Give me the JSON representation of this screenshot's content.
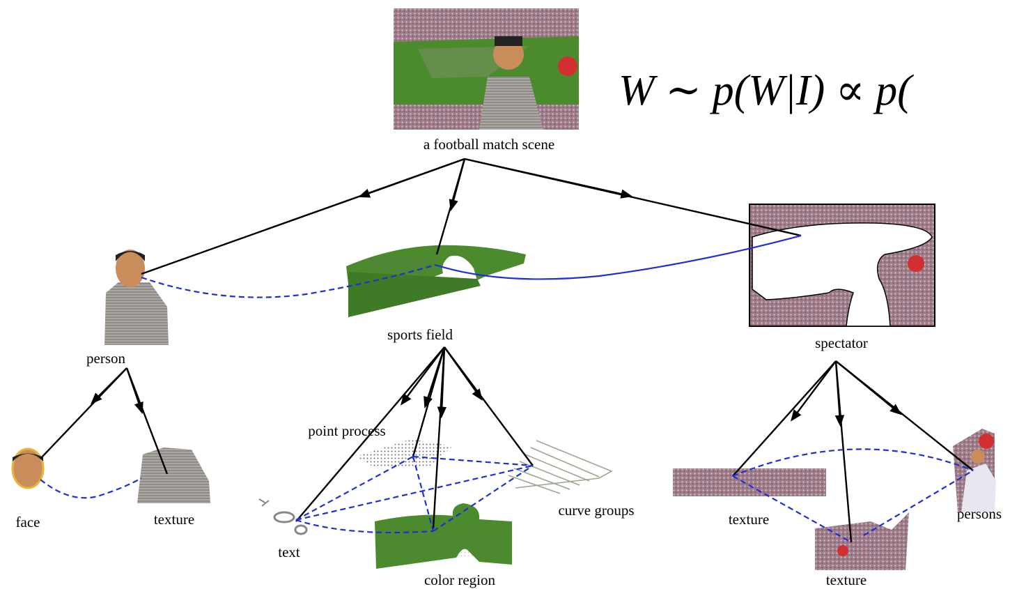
{
  "equation": {
    "text": "W ∼ p(W|I) ∝ p("
  },
  "nodes": {
    "root": {
      "label": "a football match scene"
    },
    "person": {
      "label": "person"
    },
    "sports_field": {
      "label": "sports field"
    },
    "spectator": {
      "label": "spectator"
    },
    "face": {
      "label": "face"
    },
    "person_texture": {
      "label": "texture"
    },
    "point_process": {
      "label": "point process"
    },
    "curve_groups": {
      "label": "curve groups"
    },
    "text": {
      "label": "text"
    },
    "color_region": {
      "label": "color region"
    },
    "spectator_texture_left": {
      "label": "texture"
    },
    "spectator_texture_bottom": {
      "label": "texture"
    },
    "persons": {
      "label": "persons"
    }
  },
  "colors": {
    "hierarchy_edge": "#000000",
    "relation_edge": "#1f2fd6",
    "field_green": "#4c8a2e",
    "crowd": "#9a7f8c",
    "skin": "#c98d5c",
    "shirt": "#8f8c88"
  }
}
